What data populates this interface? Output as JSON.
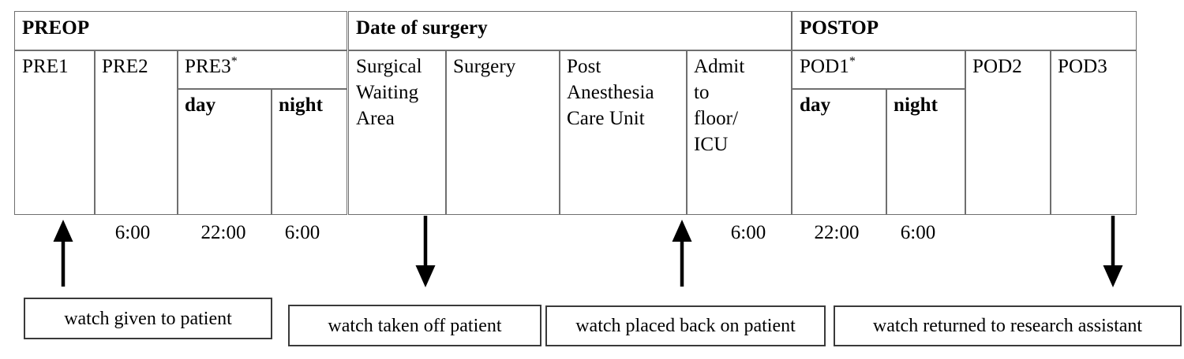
{
  "figure": {
    "title": "Study watch timeline across perioperative periods",
    "line_color": "#6f6f6f",
    "box_color": "#3a3a3a",
    "text_color": "#000000"
  },
  "timeline": {
    "groups": [
      {
        "id": "preop",
        "label": "PREOP"
      },
      {
        "id": "surgery",
        "label": "Date of surgery"
      },
      {
        "id": "postop",
        "label": "POSTOP"
      }
    ],
    "columns": [
      {
        "id": "pre1",
        "label": "PRE1",
        "group": "preop",
        "note": "",
        "sub": []
      },
      {
        "id": "pre2",
        "label": "PRE2",
        "group": "preop",
        "note": "",
        "sub": []
      },
      {
        "id": "pre3",
        "label": "PRE3",
        "group": "preop",
        "note": "*",
        "sub": [
          "day",
          "night"
        ]
      },
      {
        "id": "swa",
        "label": "Surgical Waiting Area",
        "group": "surgery",
        "note": "",
        "sub": []
      },
      {
        "id": "surgery",
        "label": "Surgery",
        "group": "surgery",
        "note": "",
        "sub": []
      },
      {
        "id": "pacu",
        "label": "Post Anesthesia Care Unit",
        "group": "surgery",
        "note": "",
        "sub": []
      },
      {
        "id": "admit",
        "label": "Admit to floor/ ICU",
        "group": "surgery",
        "note": "",
        "sub": []
      },
      {
        "id": "pod1",
        "label": "POD1",
        "group": "postop",
        "note": "*",
        "sub": [
          "day",
          "night"
        ]
      },
      {
        "id": "pod2",
        "label": "POD2",
        "group": "postop",
        "note": "",
        "sub": []
      },
      {
        "id": "pod3",
        "label": "POD3",
        "group": "postop",
        "note": "",
        "sub": []
      }
    ],
    "column_text": {
      "pre1": "PRE1",
      "pre2": "PRE2",
      "pre3": "PRE3",
      "swa_l1": "Surgical",
      "swa_l2": "Waiting",
      "swa_l3": "Area",
      "surgery": "Surgery",
      "pacu_l1": "Post",
      "pacu_l2": "Anesthesia",
      "pacu_l3": "Care Unit",
      "admit_l1": "Admit",
      "admit_l2": "to",
      "admit_l3": "floor/",
      "admit_l4": "ICU",
      "pod1": "POD1",
      "pod2": "POD2",
      "pod3": "POD3",
      "day": "day",
      "night": "night",
      "asterisk": "*"
    },
    "time_markers": [
      {
        "id": "t1",
        "label": "6:00"
      },
      {
        "id": "t2",
        "label": "22:00"
      },
      {
        "id": "t3",
        "label": "6:00"
      },
      {
        "id": "t4",
        "label": "6:00"
      },
      {
        "id": "t5",
        "label": "22:00"
      },
      {
        "id": "t6",
        "label": "6:00"
      }
    ],
    "arrows": [
      {
        "id": "a1",
        "direction": "up",
        "target": "watch given to patient"
      },
      {
        "id": "a2",
        "direction": "down",
        "target": "watch taken off patient"
      },
      {
        "id": "a3",
        "direction": "up",
        "target": "watch placed back on patient"
      },
      {
        "id": "a4",
        "direction": "down",
        "target": "watch returned to research assistant"
      }
    ],
    "events": [
      {
        "id": "e1",
        "label": "watch given to patient"
      },
      {
        "id": "e2",
        "label": "watch taken off patient"
      },
      {
        "id": "e3",
        "label": "watch placed back on patient"
      },
      {
        "id": "e4",
        "label": "watch returned to research assistant"
      }
    ]
  }
}
